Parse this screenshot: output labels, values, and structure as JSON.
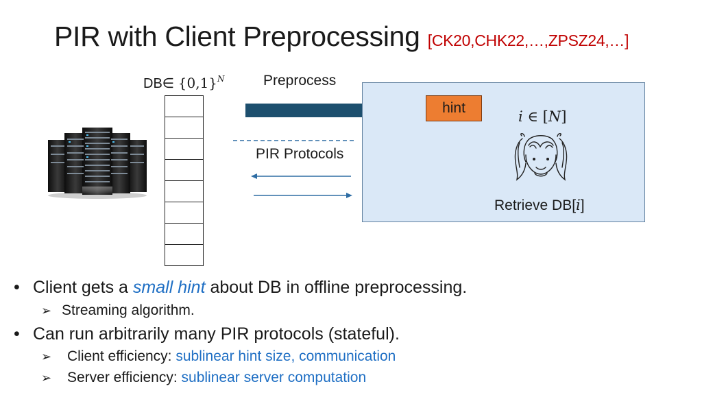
{
  "slide": {
    "title": "PIR with Client Preprocessing",
    "citation": "[CK20,CHK22,…,ZPSZ24,…]"
  },
  "diagram": {
    "db_label_prefix": "DB∈ ",
    "db_set": "{0,1}",
    "db_exponent": "N",
    "db_cell_count": 8,
    "preprocess_label": "Preprocess",
    "pir_label": "PIR Protocols",
    "hint_label": "hint",
    "index_expr_i": "i",
    "index_expr_rest": " ∈ [",
    "index_expr_N": "N",
    "index_expr_close": "]",
    "retrieve_prefix": "Retrieve DB[",
    "retrieve_i": "i",
    "retrieve_close": "]",
    "server_icon": "server-rack-icon",
    "client_icon": "client-girl-icon",
    "colors": {
      "arrow": "#1d4f6e",
      "client_box": "#dae8f7",
      "hint_box": "#ed7d31",
      "citation": "#c00000",
      "accent_blue": "#1f6fc4"
    }
  },
  "bullets": [
    {
      "pre": "Client gets a ",
      "emph": "small hint",
      "post": " about DB in offline preprocessing.",
      "sub": [
        {
          "label": "Streaming algorithm.",
          "highlight": ""
        }
      ]
    },
    {
      "pre": "Can run arbitrarily many PIR protocols (stateful).",
      "emph": "",
      "post": "",
      "sub": [
        {
          "label": "Client efficiency: ",
          "highlight": "sublinear hint size, communication"
        },
        {
          "label": "Server efficiency: ",
          "highlight": "sublinear server computation"
        }
      ]
    }
  ],
  "glyphs": {
    "bullet": "•",
    "arrow_bullet": "➢"
  }
}
